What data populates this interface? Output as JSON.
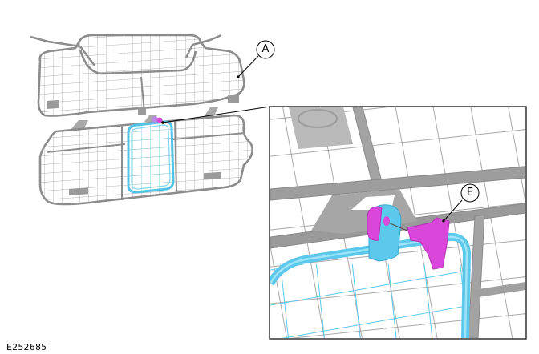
{
  "figure": {
    "id": "E252685",
    "description": "Load space partition net (wire mesh guard) with inset detail of fastening knob"
  },
  "callouts": [
    {
      "label": "A",
      "target": "partition-net-assembly"
    },
    {
      "label": "E",
      "target": "retaining-knob"
    }
  ],
  "colors": {
    "frame": "#8c8c8c",
    "mesh": "#9a9a9a",
    "highlight_frame": "#4fc3e8",
    "highlight_mesh": "#7fd6ee",
    "knob": "#d946d9",
    "bracket": "#5cc8ec",
    "plate": "#b9b9b9",
    "leader": "#000000",
    "inset_border": "#000000"
  }
}
